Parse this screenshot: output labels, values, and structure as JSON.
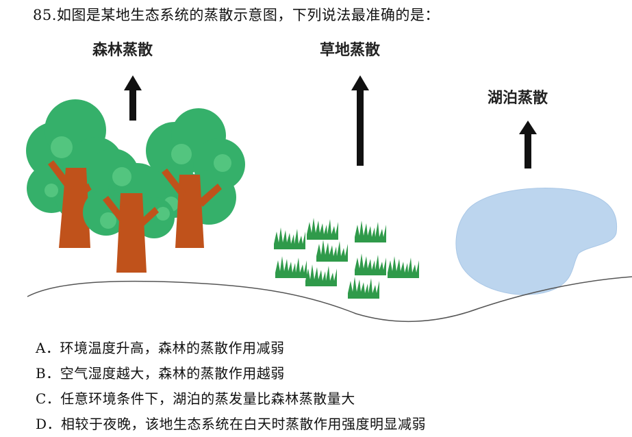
{
  "question": {
    "text": "85.如图是某地生态系统的蒸散示意图，下列说法最准确的是："
  },
  "figure": {
    "labels": {
      "forest": "森林蒸散",
      "grass": "草地蒸散",
      "lake": "湖泊蒸散"
    },
    "colors": {
      "tree_canopy": "#35b06a",
      "tree_canopy_light": "#53c57f",
      "tree_trunk": "#c0521b",
      "grass": "#2f9a4a",
      "lake": "#bcd5ee",
      "arrow": "#111111",
      "ground": "#555555"
    }
  },
  "options": [
    {
      "text": "A．环境温度升高，森林的蒸散作用减弱"
    },
    {
      "text": "B．空气湿度越大，森林的蒸散作用越弱"
    },
    {
      "text": "C．任意环境条件下，湖泊的蒸发量比森林蒸散量大"
    },
    {
      "text": "D．相较于夜晚，该地生态系统在白天时蒸散作用强度明显减弱"
    }
  ]
}
